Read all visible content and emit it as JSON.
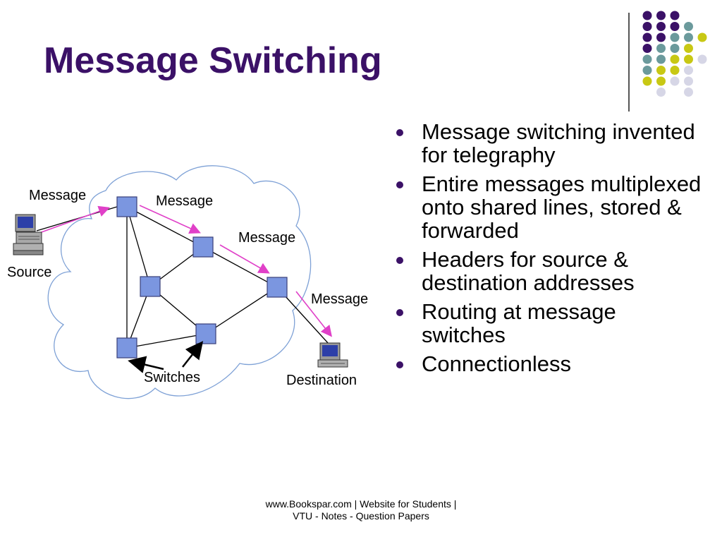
{
  "slide": {
    "title": "Message Switching",
    "accent_color": "#3b1167",
    "bullets": [
      "Message switching invented for telegraphy",
      "Entire messages multiplexed onto shared lines, stored & forwarded",
      "Headers for source & destination addresses",
      "Routing at message switches",
      "Connectionless"
    ]
  },
  "diagram": {
    "labels": {
      "message_1": "Message",
      "message_2": "Message",
      "message_3": "Message",
      "message_4": "Message",
      "source": "Source",
      "destination": "Destination",
      "switches": "Switches"
    },
    "colors": {
      "cloud_stroke": "#7ea1d6",
      "switch_fill": "#7b96e0",
      "switch_stroke": "#3a3f7a",
      "arrow_color": "#e040c8"
    }
  },
  "decoration": {
    "dot_colors": [
      "#3b1167",
      "#6b9a9c",
      "#c8c814",
      "#d6d6e6"
    ]
  },
  "footer": {
    "line1": "www.Bookspar.com | Website for Students |",
    "line2": "VTU - Notes - Question Papers"
  }
}
